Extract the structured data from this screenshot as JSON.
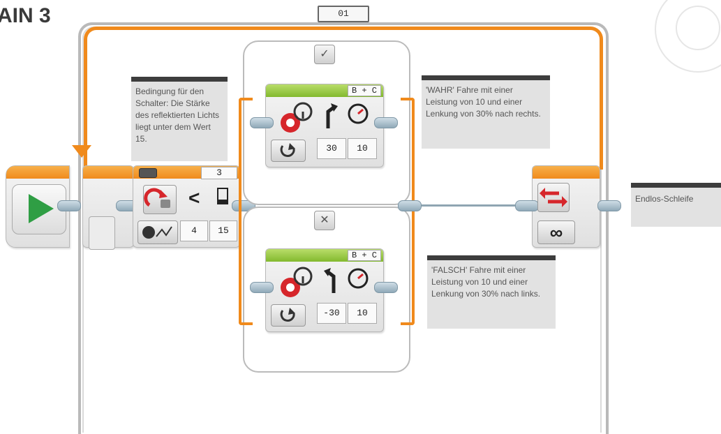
{
  "page": {
    "title": "AIN 3"
  },
  "loop": {
    "counter_label": "01",
    "mode_symbol": "∞"
  },
  "switch_block": {
    "port_label": "3",
    "operator": "<",
    "compare_type": "4",
    "threshold": "15",
    "true_symbol": "✓",
    "false_symbol": "✕"
  },
  "move_true": {
    "ports": "B + C",
    "steering": "30",
    "power": "10"
  },
  "move_false": {
    "ports": "B + C",
    "steering": "-30",
    "power": "10"
  },
  "notes": {
    "condition": "Bedingung für den Schalter: Die Stärke des reflektierten Lichts liegt unter dem Wert 15.",
    "true_case": "'WAHR' Fahre mit einer Leistung von 10 und einer Lenkung von 30% nach rechts.",
    "false_case": "'FALSCH' Fahre mit einer Leistung von 10 und einer Lenkung von 30% nach links.",
    "loop": "Endlos-Schleife"
  },
  "icons": [
    "play-icon",
    "loop-arrow-icon",
    "infinity-icon",
    "color-sensor-icon",
    "reflect-icon",
    "steering-wheel-icon",
    "speedometer-icon",
    "turn-right-icon",
    "turn-left-icon",
    "rotate-icon",
    "check-icon",
    "cross-icon",
    "sensor-port-icon"
  ],
  "colors": {
    "loop_orange": "#f08a1c",
    "move_green": "#82b92e",
    "start_green": "#2f9e44",
    "sensor_red": "#d6262b",
    "note_dark": "#3d3d3d"
  }
}
